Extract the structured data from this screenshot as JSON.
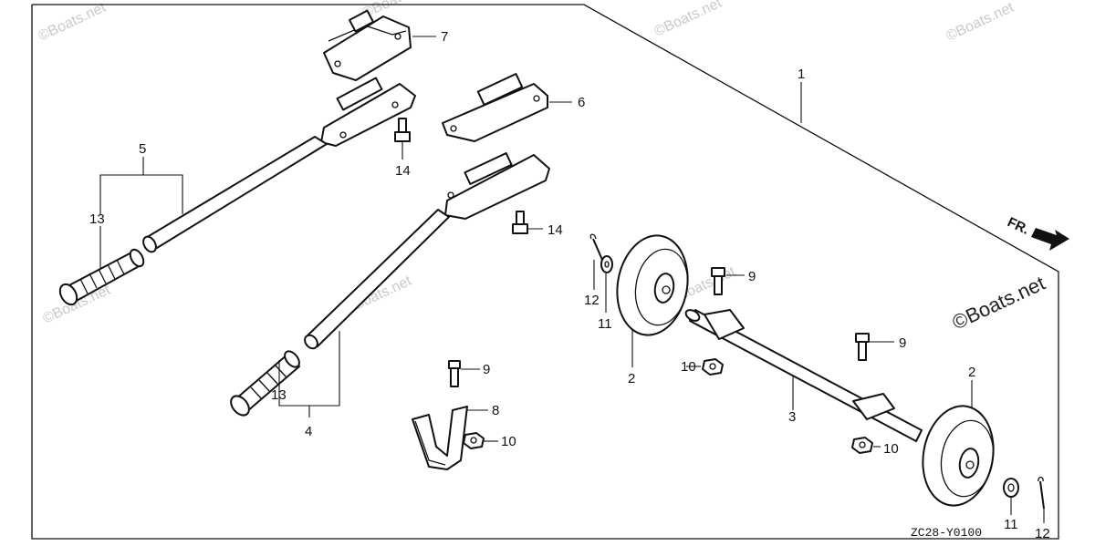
{
  "diagram": {
    "callouts": [
      {
        "id": "c1",
        "text": "1"
      },
      {
        "id": "c2a",
        "text": "2"
      },
      {
        "id": "c2b",
        "text": "2"
      },
      {
        "id": "c3",
        "text": "3"
      },
      {
        "id": "c4",
        "text": "4"
      },
      {
        "id": "c5",
        "text": "5"
      },
      {
        "id": "c6",
        "text": "6"
      },
      {
        "id": "c7",
        "text": "7"
      },
      {
        "id": "c8",
        "text": "8"
      },
      {
        "id": "c9a",
        "text": "9"
      },
      {
        "id": "c9b",
        "text": "9"
      },
      {
        "id": "c9c",
        "text": "9"
      },
      {
        "id": "c10a",
        "text": "10"
      },
      {
        "id": "c10b",
        "text": "10"
      },
      {
        "id": "c10c",
        "text": "10"
      },
      {
        "id": "c11a",
        "text": "11"
      },
      {
        "id": "c11b",
        "text": "11"
      },
      {
        "id": "c12a",
        "text": "12"
      },
      {
        "id": "c12b",
        "text": "12"
      },
      {
        "id": "c13a",
        "text": "13"
      },
      {
        "id": "c13b",
        "text": "13"
      },
      {
        "id": "c14a",
        "text": "14"
      },
      {
        "id": "c14b",
        "text": "14"
      }
    ],
    "direction_label": "FR.",
    "drawing_code": "ZC28-Y0100",
    "watermark": "©Boats.net"
  }
}
